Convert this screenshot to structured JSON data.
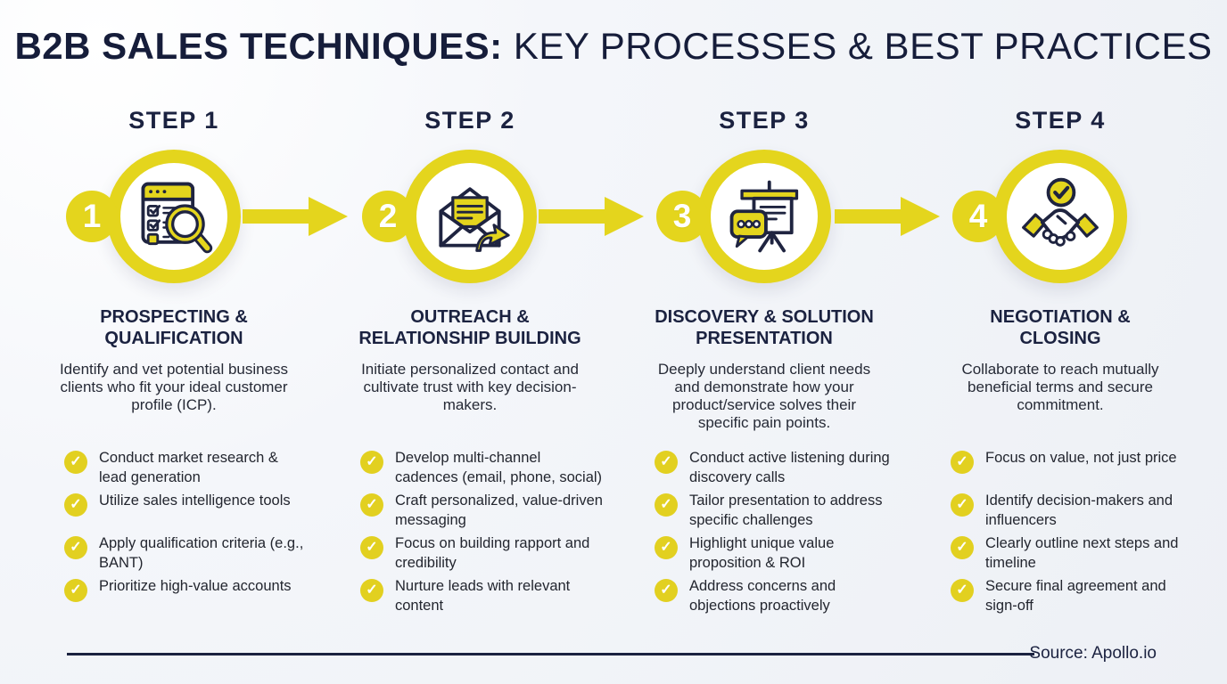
{
  "title": {
    "emphasis": "B2B SALES TECHNIQUES:",
    "rest": " KEY PROCESSES & BEST PRACTICES"
  },
  "colors": {
    "accent_yellow": "#e4d51d",
    "navy": "#1b2240",
    "background": "#eff1f6",
    "check_white": "#ffffff"
  },
  "steps": [
    {
      "label": "STEP 1",
      "number": "1",
      "icon": "checklist-magnifier-icon",
      "title_line1": "PROSPECTING &",
      "title_line2": "QUALIFICATION",
      "description": "Identify and vet potential business clients who fit your ideal customer profile (ICP).",
      "bullets": [
        "Conduct market research & lead generation",
        "Utilize sales intelligence tools",
        "Apply qualification criteria (e.g., BANT)",
        "Prioritize high-value accounts"
      ]
    },
    {
      "label": "STEP 2",
      "number": "2",
      "icon": "email-outreach-icon",
      "title_line1": "OUTREACH &",
      "title_line2": "RELATIONSHIP BUILDING",
      "description": "Initiate personalized contact and cultivate trust with key decision-makers.",
      "bullets": [
        "Develop multi-channel cadences (email, phone, social)",
        "Craft personalized, value-driven messaging",
        "Focus on building rapport and credibility",
        "Nurture leads with relevant content"
      ]
    },
    {
      "label": "STEP 3",
      "number": "3",
      "icon": "presentation-icon",
      "title_line1": "DISCOVERY & SOLUTION",
      "title_line2": "PRESENTATION",
      "description": "Deeply understand client needs and demonstrate how your product/service solves their specific pain points.",
      "bullets": [
        "Conduct active listening during discovery calls",
        "Tailor presentation to address specific challenges",
        "Highlight unique value proposition & ROI",
        "Address concerns and objections proactively"
      ]
    },
    {
      "label": "STEP 4",
      "number": "4",
      "icon": "handshake-icon",
      "title_line1": "NEGOTIATION &",
      "title_line2": "CLOSING",
      "description": "Collaborate to reach mutually beneficial terms and secure commitment.",
      "bullets": [
        "Focus on value, not just price",
        "Identify decision-makers and influencers",
        "Clearly outline next steps and timeline",
        "Secure final agreement and sign-off"
      ]
    }
  ],
  "checkmark_glyph": "✓",
  "footer": {
    "source": "Source: Apollo.io"
  }
}
